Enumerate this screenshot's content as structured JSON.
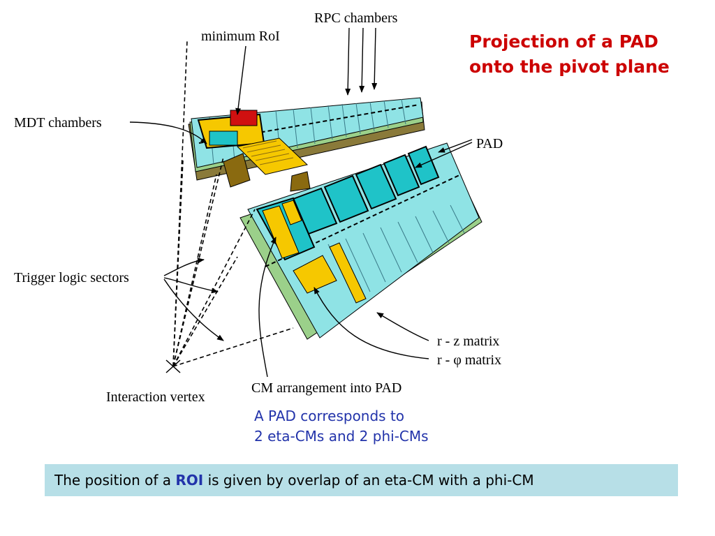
{
  "slide": {
    "title_line1": "Projection of a PAD",
    "title_line2": "onto the pivot plane",
    "note_line1": "A PAD corresponds to",
    "note_line2": "2 eta-CMs and 2 phi-CMs",
    "roi_prefix": "The position of a ",
    "roi_keyword": "ROI",
    "roi_suffix": " is given by overlap of  an eta-CM with a phi-CM"
  },
  "diagram": {
    "labels": {
      "rpc": "RPC chambers",
      "min_roi": "minimum RoI",
      "mdt": "MDT chambers",
      "pad": "PAD",
      "trigger": "Trigger logic sectors",
      "rz": "r - z matrix",
      "rphi_prefix": "r - ",
      "rphi_symbol": "φ",
      "rphi_suffix": " matrix",
      "cm": "CM arrangement into PAD",
      "vertex": "Interaction vertex"
    },
    "colors": {
      "chamber": "#8fe3e5",
      "pad": "#1fc3c8",
      "cm_yellow": "#f6c800",
      "roi_red": "#d01010",
      "mdt_green": "#9bd08a",
      "trapezoid": "#8a6a10",
      "title_red": "#cc0000",
      "note_blue": "#2233aa",
      "box_bg": "#b7dfe7"
    }
  }
}
